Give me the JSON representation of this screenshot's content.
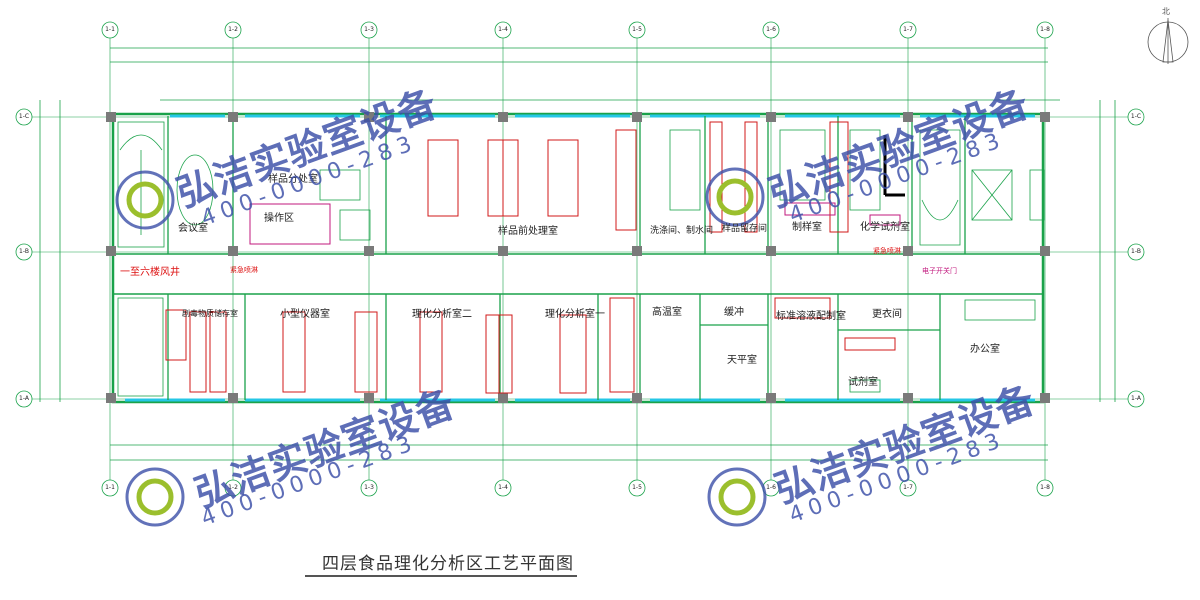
{
  "title": "四层食品理化分析区工艺平面图",
  "north": "北",
  "axes": {
    "columns": [
      "1-1",
      "1-2",
      "1-3",
      "1-4",
      "1-5",
      "1-6",
      "1-7",
      "1-8"
    ],
    "rows": [
      "1-C",
      "1-B",
      "1-A"
    ]
  },
  "rooms_top": [
    "会议室",
    "样品分处室",
    "操作区",
    "样品前处理室",
    "洗涤间、制水间",
    "样品留存间",
    "制样室",
    "化学试剂室"
  ],
  "rooms_bottom": [
    "剧毒物质储存室",
    "小型仪器室",
    "理化分析室二",
    "理化分析室一",
    "高温室",
    "缓冲",
    "天平室",
    "标准溶液配制室",
    "试剂室",
    "更衣间",
    "办公室"
  ],
  "labels": {
    "fan_shaft": "一至六楼风井",
    "emergency": "紧急喷淋",
    "access_door": "电子开关门"
  },
  "watermark": {
    "name": "弘洁实验室设备",
    "phone": "400-0000-283"
  },
  "colors": {
    "wall": "#1aa24a",
    "window": "#25c7e6",
    "equipment": "#d11818",
    "furniture": "#c2187e",
    "watermark": "#3b4fa8",
    "logo_ring": "#9bbf2d"
  }
}
